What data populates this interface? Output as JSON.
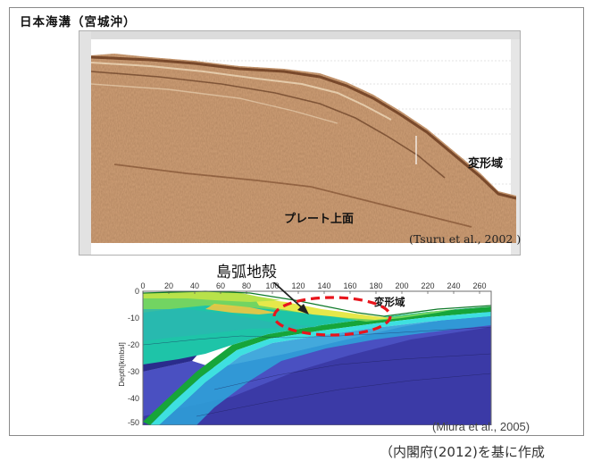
{
  "title": "日本海溝（宮城沖）",
  "seismic": {
    "labels": {
      "deformation": "変形域",
      "plate": "プレート上面"
    },
    "citation": "(Tsuru et al., 2002 )"
  },
  "model": {
    "xticks": [
      "0",
      "20",
      "40",
      "60",
      "80",
      "100",
      "120",
      "140",
      "160",
      "180",
      "200",
      "220",
      "240",
      "260"
    ],
    "yticks": [
      "0",
      "-10",
      "-20",
      "-30",
      "-40",
      "-50"
    ],
    "ylabel": "Depth[kmbsl]",
    "deformation_label": "変形域",
    "arc_label": "島弧地殻",
    "citation": "(Miura et al., 2005)"
  },
  "footer": "（内閣府(2012)を基に作成",
  "colors": {
    "highlight": "#e8141c",
    "seafloor": "#1a9a30",
    "mantle": "#3d2f9c"
  }
}
